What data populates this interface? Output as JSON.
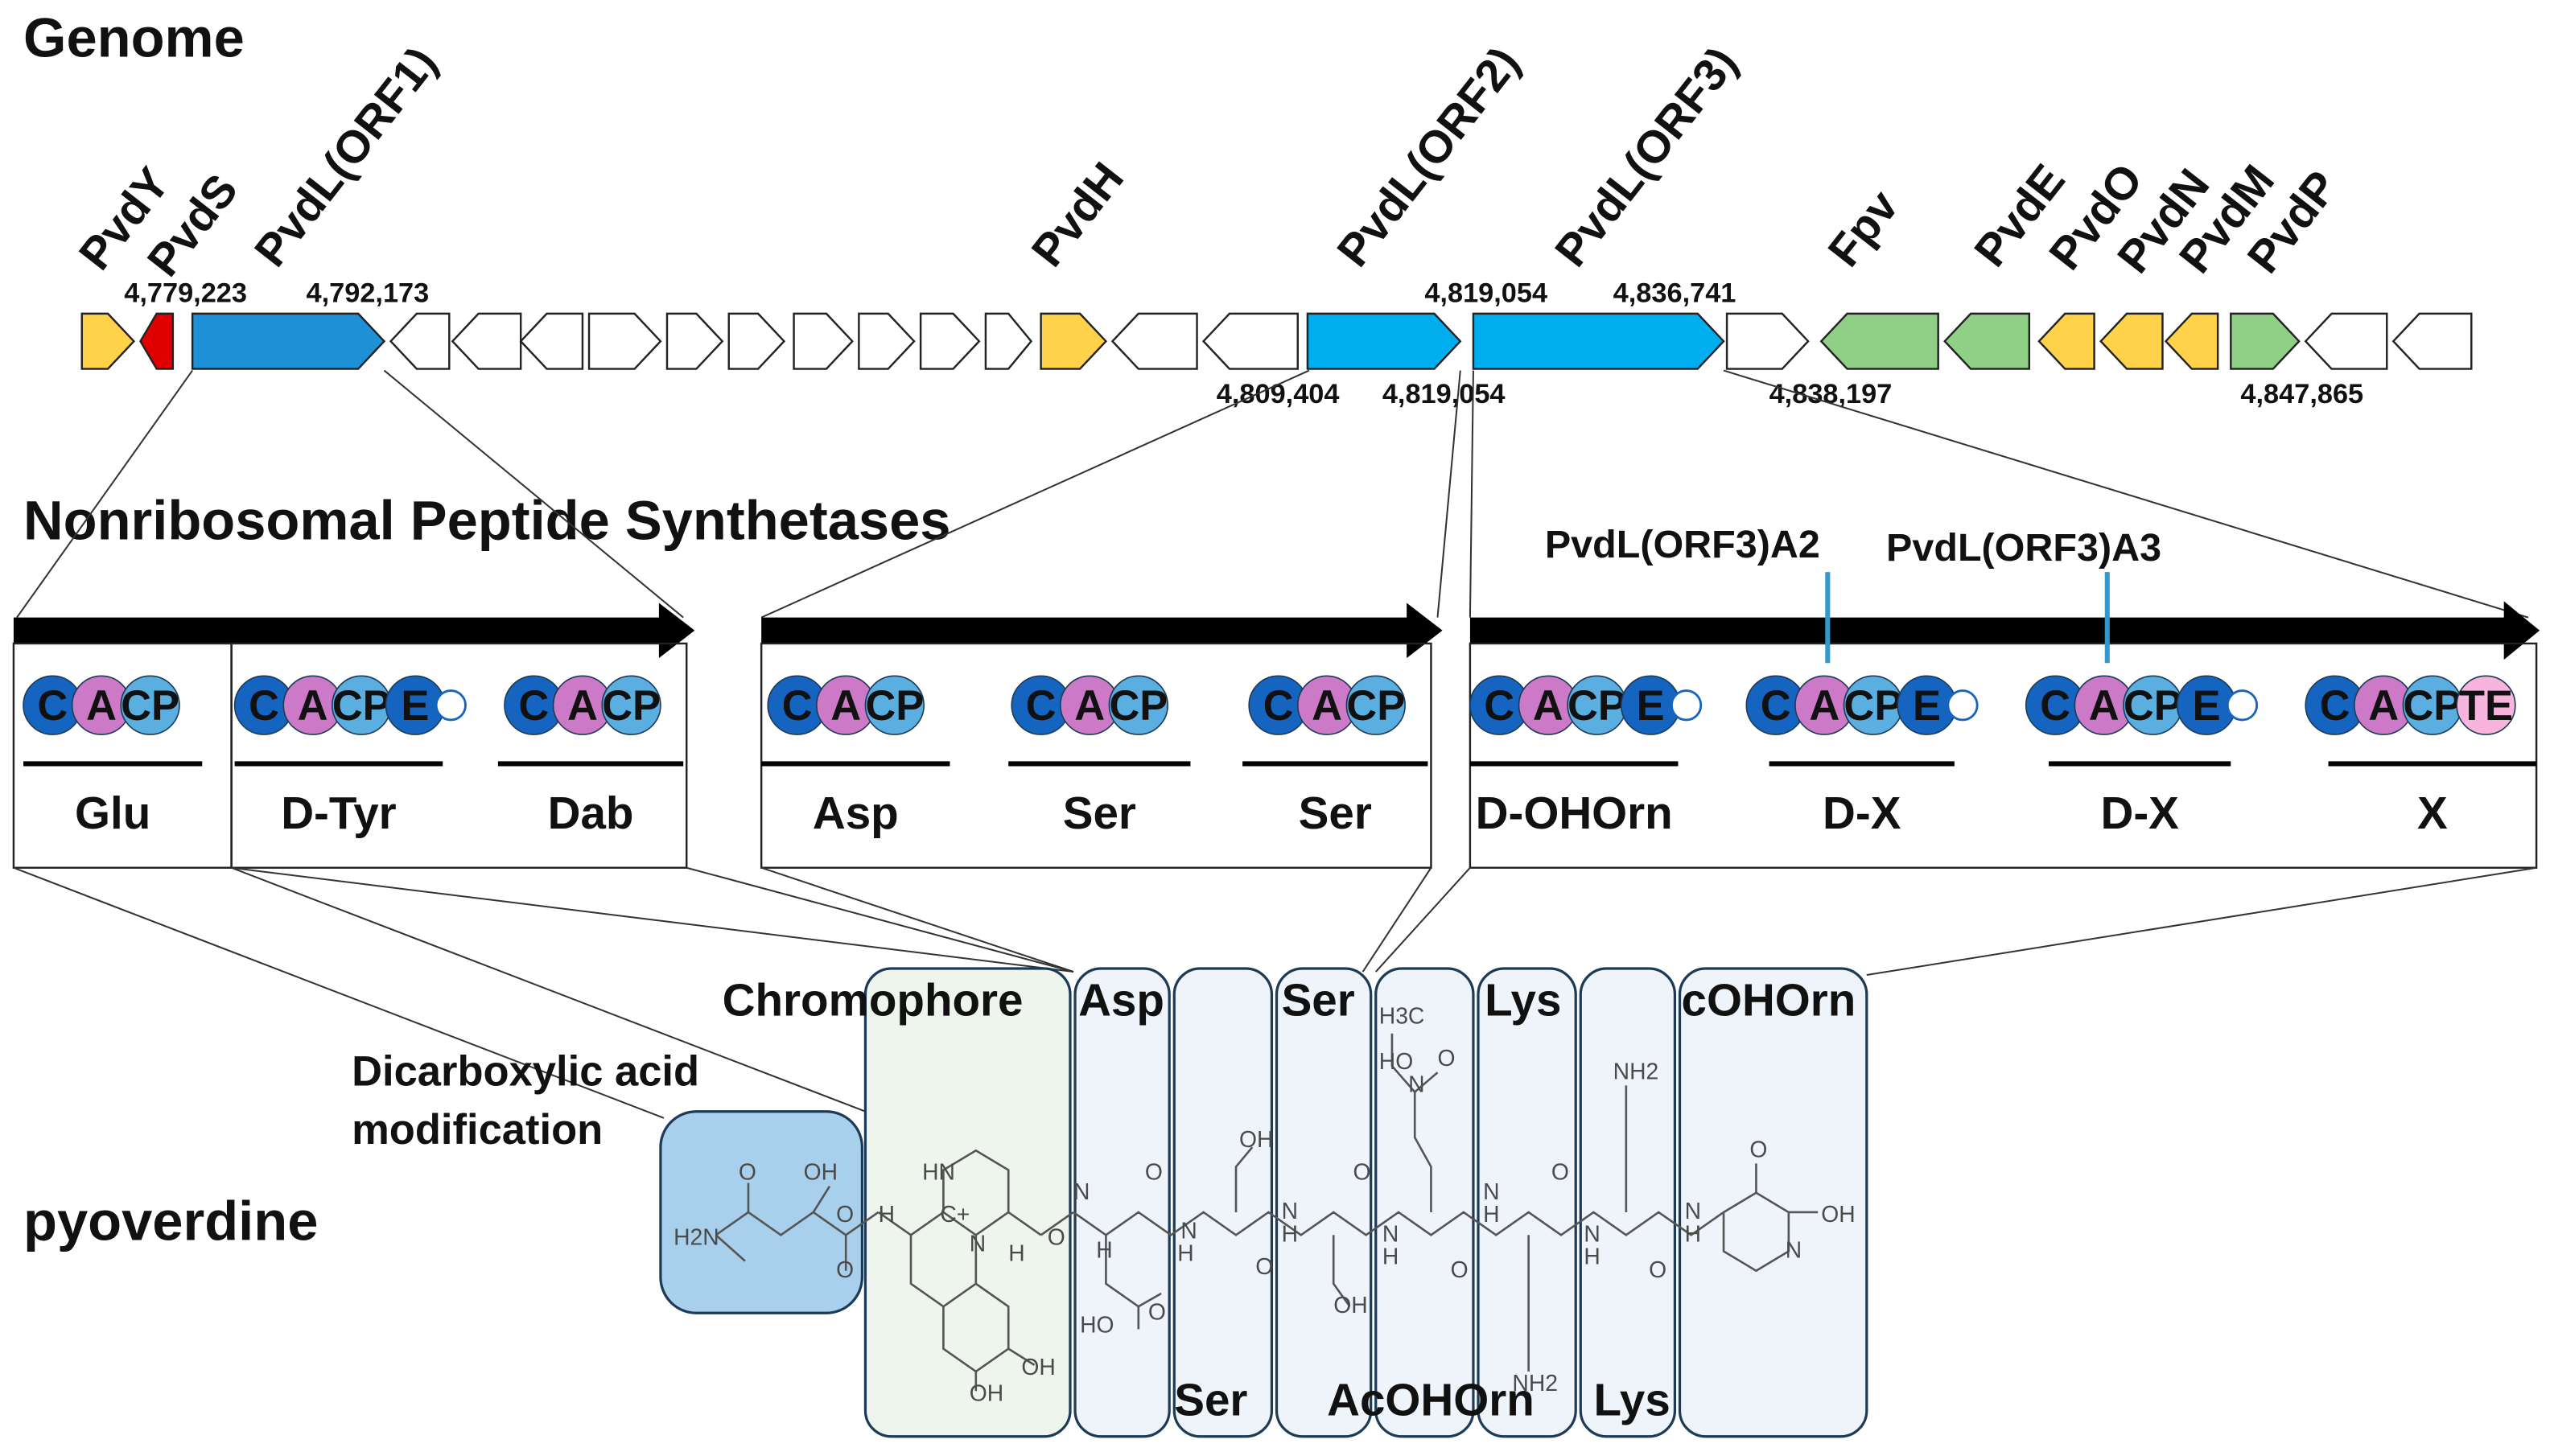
{
  "headings": {
    "genome": "Genome",
    "nrps": "Nonribosomal Peptide Synthetases",
    "product": "pyoverdine"
  },
  "colors": {
    "yellow": "#FFD24A",
    "red": "#E00000",
    "blue_pvdl1": "#1E90D6",
    "cyan": "#00AEEF",
    "green": "#8FCF86",
    "white": "#FFFFFF",
    "domain_C": "#1565C0",
    "domain_A": "#CC7AC7",
    "domain_CP": "#5AAEE0",
    "domain_E": "#1565C0",
    "domain_TE": "#F7B5DD",
    "chromophore_bg": "#EEF5EC",
    "residue_bg": "#EEF4F9",
    "dicarb_bg": "#A8D0EC",
    "box_border": "#1D3B57",
    "marker_line": "#3399CC"
  },
  "genes": {
    "top_labels": [
      "PvdY",
      "PvdS",
      "PvdL(ORF1)",
      "PvdH",
      "PvdL(ORF2)",
      "PvdL(ORF3)",
      "Fpv",
      "PvdE",
      "PvdO",
      "PvdN",
      "PvdM",
      "PvdP"
    ],
    "coords_above": [
      "4,779,223",
      "4,792,173",
      "4,819,054",
      "4,836,741"
    ],
    "coords_below": [
      "4,809,404",
      "4,819,054",
      "4,838,197",
      "4,847,865"
    ],
    "arrow_colors": [
      "yellow",
      "red",
      "blue_pvdl1",
      "white",
      "white",
      "white",
      "white",
      "white",
      "white",
      "white",
      "white",
      "white",
      "white",
      "yellow",
      "white",
      "white",
      "cyan",
      "cyan",
      "white",
      "green",
      "green",
      "yellow",
      "yellow",
      "yellow",
      "green",
      "white",
      "white"
    ]
  },
  "nrps": {
    "markers": [
      "PvdL(ORF3)A2",
      "PvdL(ORF3)A3"
    ],
    "modules": [
      {
        "domains": [
          "C",
          "A",
          "CP"
        ],
        "residue": "Glu"
      },
      {
        "domains": [
          "C",
          "A",
          "CP",
          "E",
          "o"
        ],
        "residue": "D-Tyr"
      },
      {
        "domains": [
          "C",
          "A",
          "CP"
        ],
        "residue": "Dab"
      },
      {
        "domains": [
          "C",
          "A",
          "CP"
        ],
        "residue": "Asp"
      },
      {
        "domains": [
          "C",
          "A",
          "CP"
        ],
        "residue": "Ser"
      },
      {
        "domains": [
          "C",
          "A",
          "CP"
        ],
        "residue": "Ser"
      },
      {
        "domains": [
          "C",
          "A",
          "CP",
          "E",
          "o"
        ],
        "residue": "D-OHOrn"
      },
      {
        "domains": [
          "C",
          "A",
          "CP",
          "E",
          "o"
        ],
        "residue": "D-X"
      },
      {
        "domains": [
          "C",
          "A",
          "CP",
          "E",
          "o"
        ],
        "residue": "D-X"
      },
      {
        "domains": [
          "C",
          "A",
          "CP",
          "TE"
        ],
        "residue": "X"
      }
    ]
  },
  "pyoverdine": {
    "dicarboxylic_label": [
      "Dicarboxylic acid",
      "modification"
    ],
    "top_labels": [
      "Chromophore",
      "Asp",
      "Ser",
      "Lys",
      "cOHOrn"
    ],
    "bottom_labels": [
      "Ser",
      "AcOHOrn",
      "Lys"
    ],
    "chem_text": [
      "OH",
      "O",
      "H2N",
      "O",
      "O",
      "HN",
      "C+",
      "N",
      "H",
      "H",
      "O",
      "OH",
      "OH",
      "OH",
      "O",
      "O",
      "HO",
      "O",
      "OH",
      "N",
      "H",
      "N",
      "H",
      "N",
      "H",
      "N",
      "H",
      "O",
      "O",
      "H3C",
      "HO",
      "N",
      "O",
      "N",
      "H",
      "N",
      "H",
      "O",
      "NH2",
      "NH2",
      "O",
      "N",
      "H",
      "O",
      "N",
      "OH"
    ]
  }
}
